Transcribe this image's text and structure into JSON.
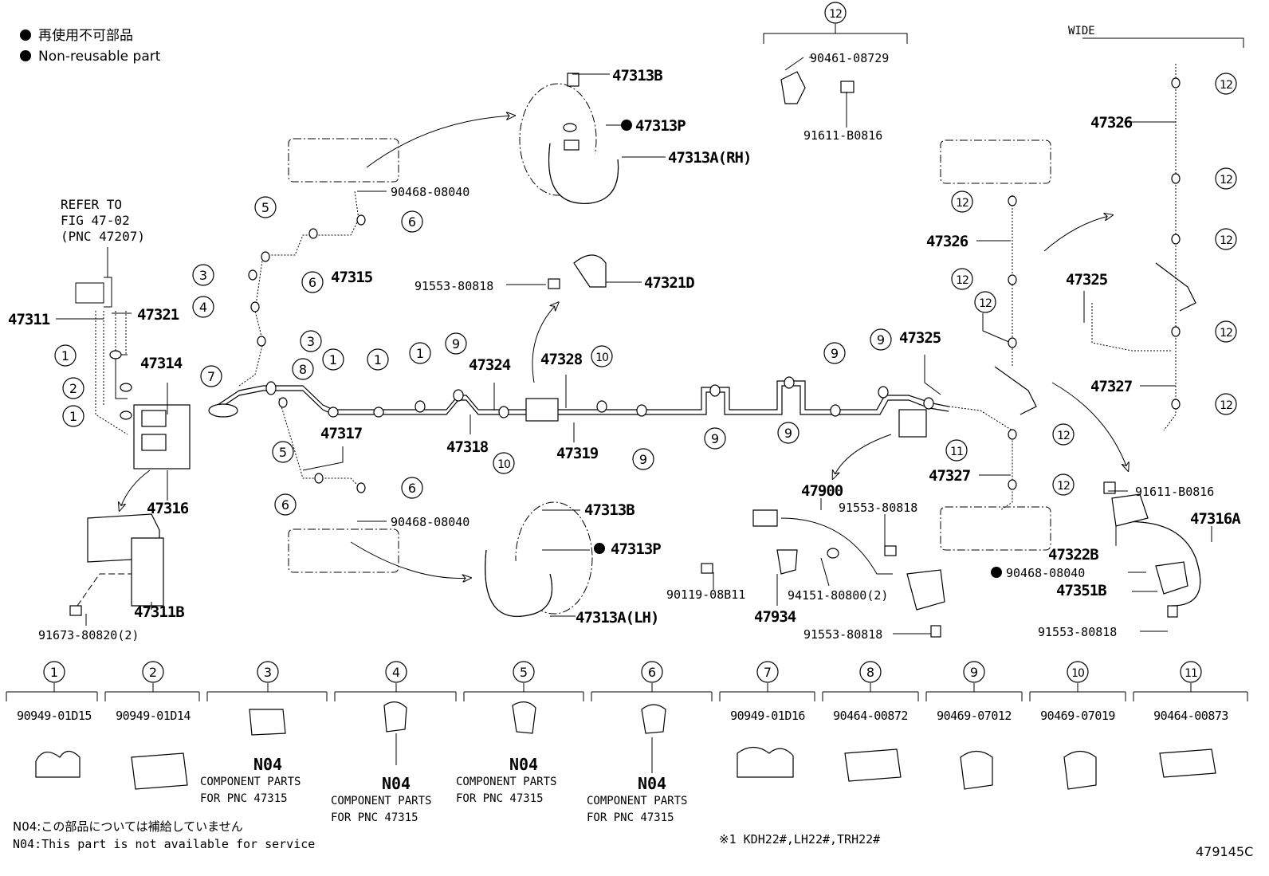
{
  "legend": {
    "jp": "再使用不可部品",
    "en": "Non-reusable part"
  },
  "refer": {
    "line1": "REFER TO",
    "line2": "FIG 47-02",
    "line3": "(PNC 47207)"
  },
  "wide_label": "WIDE",
  "fig_number": "479145C",
  "footnotes": {
    "n04_jp": "N04:この部品については補給していません",
    "n04_en": "N04:This part is not available for service",
    "note1": "※1 KDH22#,LH22#,TRH22#"
  },
  "callouts": [
    {
      "id": "c12_top",
      "n": "12"
    },
    {
      "id": "c5_a",
      "n": "5"
    },
    {
      "id": "c3_a",
      "n": "3"
    },
    {
      "id": "c4_a",
      "n": "4"
    },
    {
      "id": "c6_a",
      "n": "6"
    },
    {
      "id": "c6_b",
      "n": "6"
    },
    {
      "id": "c3_b",
      "n": "3"
    },
    {
      "id": "c1_a",
      "n": "1"
    },
    {
      "id": "c2_a",
      "n": "2"
    },
    {
      "id": "c1_b",
      "n": "1"
    },
    {
      "id": "c7",
      "n": "7"
    },
    {
      "id": "c8",
      "n": "8"
    },
    {
      "id": "c1_c",
      "n": "1"
    },
    {
      "id": "c1_d",
      "n": "1"
    },
    {
      "id": "c1_e",
      "n": "1"
    },
    {
      "id": "c9_a",
      "n": "9"
    },
    {
      "id": "c10_a",
      "n": "10"
    },
    {
      "id": "c10_b",
      "n": "10"
    },
    {
      "id": "c9_b",
      "n": "9"
    },
    {
      "id": "c9_c",
      "n": "9"
    },
    {
      "id": "c9_d",
      "n": "9"
    },
    {
      "id": "c9_e",
      "n": "9"
    },
    {
      "id": "c9_f",
      "n": "9"
    },
    {
      "id": "c11",
      "n": "11"
    },
    {
      "id": "c5_b",
      "n": "5"
    },
    {
      "id": "c6_c",
      "n": "6"
    },
    {
      "id": "c6_d",
      "n": "6"
    },
    {
      "id": "c12_a",
      "n": "12"
    },
    {
      "id": "c12_b",
      "n": "12"
    },
    {
      "id": "c12_c",
      "n": "12"
    },
    {
      "id": "c12_d",
      "n": "12"
    },
    {
      "id": "c12_e",
      "n": "12"
    },
    {
      "id": "c12_w1",
      "n": "12"
    },
    {
      "id": "c12_w2",
      "n": "12"
    },
    {
      "id": "c12_w3",
      "n": "12"
    },
    {
      "id": "c12_w4",
      "n": "12"
    },
    {
      "id": "c12_w5",
      "n": "12"
    }
  ],
  "part_labels": [
    {
      "id": "p47313B_top",
      "t": "47313B"
    },
    {
      "id": "p47313P_top",
      "t": "47313P"
    },
    {
      "id": "p47313A_rh",
      "t": "47313A(RH)"
    },
    {
      "id": "p90468_a",
      "t": "90468-08040"
    },
    {
      "id": "p47315",
      "t": "47315"
    },
    {
      "id": "p91553_a",
      "t": "91553-80818"
    },
    {
      "id": "p47321D",
      "t": "47321D"
    },
    {
      "id": "p47311",
      "t": "47311"
    },
    {
      "id": "p47321",
      "t": "47321"
    },
    {
      "id": "p47314",
      "t": "47314"
    },
    {
      "id": "p47324",
      "t": "47324"
    },
    {
      "id": "p47328",
      "t": "47328"
    },
    {
      "id": "p47325_mid",
      "t": "47325"
    },
    {
      "id": "p47317",
      "t": "47317"
    },
    {
      "id": "p47318",
      "t": "47318"
    },
    {
      "id": "p47319",
      "t": "47319"
    },
    {
      "id": "p47316",
      "t": "47316"
    },
    {
      "id": "p90468_b",
      "t": "90468-08040"
    },
    {
      "id": "p47313B_bot",
      "t": "47313B"
    },
    {
      "id": "p47313P_bot",
      "t": "47313P"
    },
    {
      "id": "p47313A_lh",
      "t": "47313A(LH)"
    },
    {
      "id": "p47311B",
      "t": "47311B"
    },
    {
      "id": "p91673",
      "t": "91673-80820(2)"
    },
    {
      "id": "p90461",
      "t": "90461-08729"
    },
    {
      "id": "p91611_top",
      "t": "91611-B0816"
    },
    {
      "id": "p47326_a",
      "t": "47326"
    },
    {
      "id": "p47327_a",
      "t": "47327"
    },
    {
      "id": "p47326_w",
      "t": "47326"
    },
    {
      "id": "p47325_w",
      "t": "47325"
    },
    {
      "id": "p47327_w",
      "t": "47327"
    },
    {
      "id": "p47900",
      "t": "47900"
    },
    {
      "id": "p91553_b",
      "t": "91553-80818"
    },
    {
      "id": "p90119",
      "t": "90119-08B11"
    },
    {
      "id": "p94151",
      "t": "94151-80800(2)"
    },
    {
      "id": "p47934",
      "t": "47934"
    },
    {
      "id": "p91553_c",
      "t": "91553-80818"
    },
    {
      "id": "p91611_r",
      "t": "91611-B0816"
    },
    {
      "id": "p47316A",
      "t": "47316A"
    },
    {
      "id": "p47322B",
      "t": "47322B"
    },
    {
      "id": "p90468_c",
      "t": "90468-08040"
    },
    {
      "id": "p47351B",
      "t": "47351B"
    },
    {
      "id": "p91553_d",
      "t": "91553-80818"
    }
  ],
  "clips": [
    {
      "n": "1",
      "pn": "90949-01D15",
      "note": "",
      "sub1": "",
      "sub2": ""
    },
    {
      "n": "2",
      "pn": "90949-01D14",
      "note": "",
      "sub1": "",
      "sub2": ""
    },
    {
      "n": "3",
      "pn": "",
      "note": "N04",
      "sub1": "COMPONENT PARTS",
      "sub2": "FOR PNC 47315"
    },
    {
      "n": "4",
      "pn": "",
      "note": "N04",
      "sub1": "COMPONENT PARTS",
      "sub2": "FOR PNC 47315"
    },
    {
      "n": "5",
      "pn": "",
      "note": "N04",
      "sub1": "COMPONENT PARTS",
      "sub2": "FOR PNC 47315"
    },
    {
      "n": "6",
      "pn": "",
      "note": "N04",
      "sub1": "COMPONENT PARTS",
      "sub2": "FOR PNC 47315"
    },
    {
      "n": "7",
      "pn": "90949-01D16",
      "note": "",
      "sub1": "",
      "sub2": ""
    },
    {
      "n": "8",
      "pn": "90464-00872",
      "note": "",
      "sub1": "",
      "sub2": ""
    },
    {
      "n": "9",
      "pn": "90469-07012",
      "note": "",
      "sub1": "",
      "sub2": ""
    },
    {
      "n": "10",
      "pn": "90469-07019",
      "note": "",
      "sub1": "",
      "sub2": ""
    },
    {
      "n": "11",
      "pn": "90464-00873",
      "note": "",
      "sub1": "",
      "sub2": ""
    }
  ]
}
